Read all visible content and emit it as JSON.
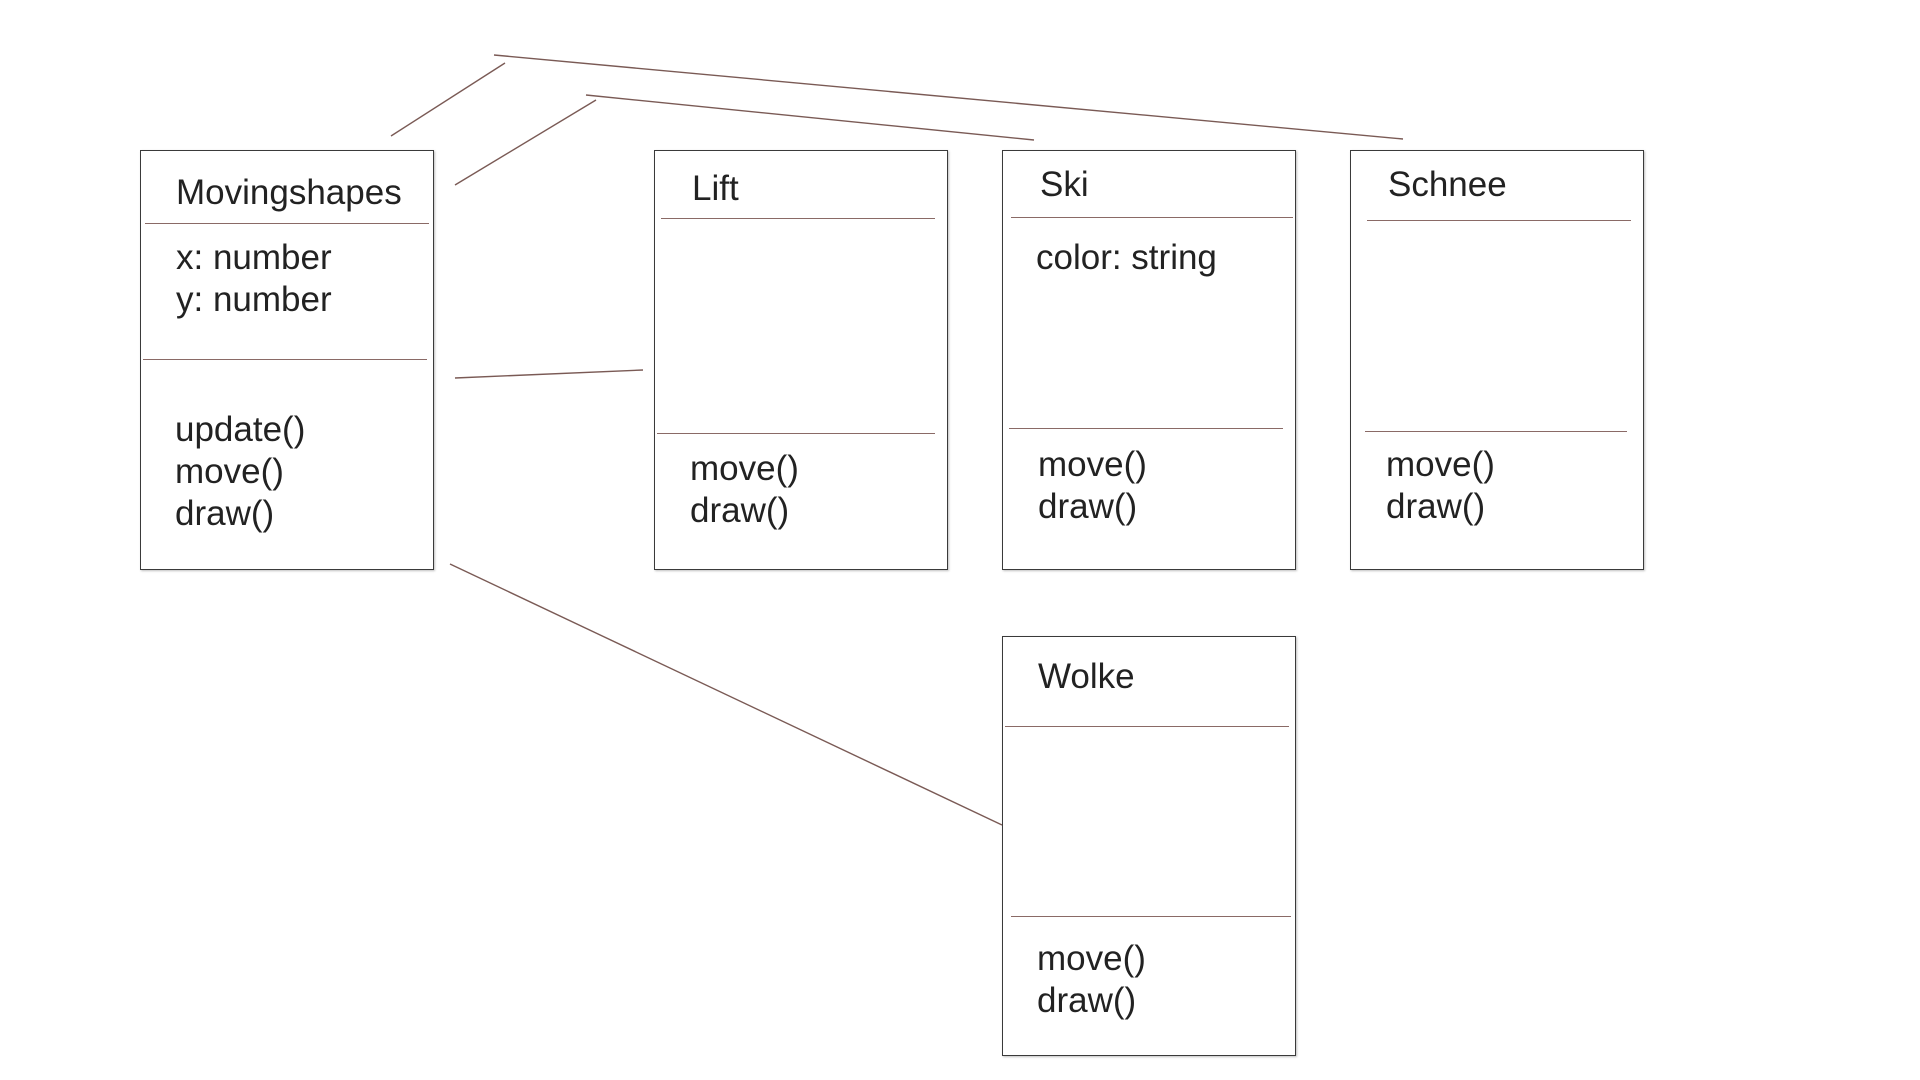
{
  "classes": {
    "movingshapes": {
      "name": "Movingshapes",
      "attributes": [
        "x: number",
        "y: number"
      ],
      "methods": [
        "update()",
        "move()",
        "draw()"
      ]
    },
    "lift": {
      "name": "Lift",
      "attributes": [],
      "methods": [
        "move()",
        "draw()"
      ]
    },
    "ski": {
      "name": "Ski",
      "attributes": [
        "color: string"
      ],
      "methods": [
        "move()",
        "draw()"
      ]
    },
    "schnee": {
      "name": "Schnee",
      "attributes": [],
      "methods": [
        "move()",
        "draw()"
      ]
    },
    "wolke": {
      "name": "Wolke",
      "attributes": [],
      "methods": [
        "move()",
        "draw()"
      ]
    }
  },
  "colors": {
    "connector": "#7a5a55",
    "border": "#3a3a3a",
    "text": "#222222"
  }
}
